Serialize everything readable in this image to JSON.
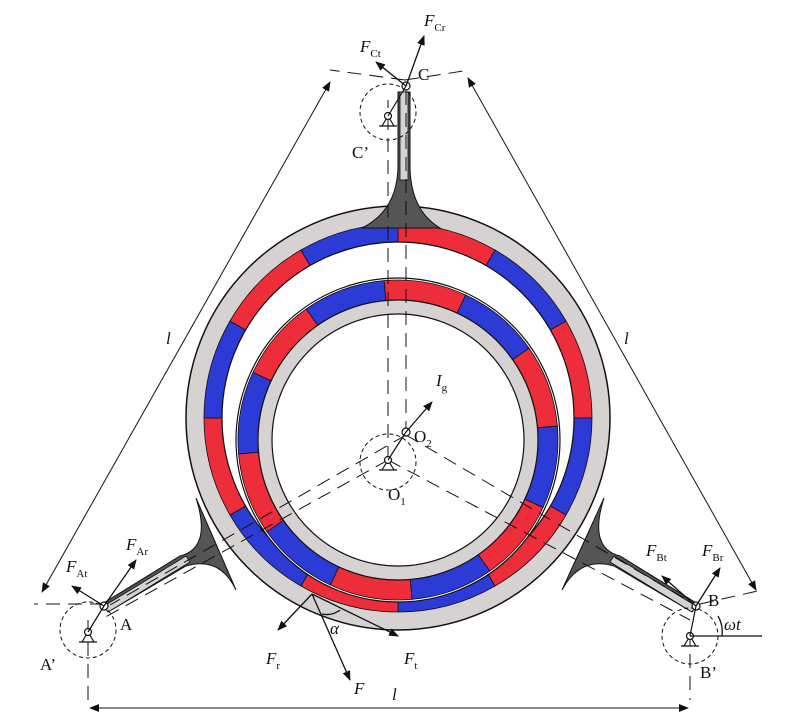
{
  "colors": {
    "ring_gray": "#d6d2d2",
    "magnet_red": "#ee2d3a",
    "magnet_blue": "#2c3bd6",
    "stroke": "#111111",
    "web_dark": "#444444"
  },
  "icons": [
    "pivot-support-icon",
    "hinge-joint-icon",
    "force-arrow-icon"
  ],
  "labels": {
    "A": "A",
    "A_prime": "A’",
    "B": "B",
    "B_prime": "B’",
    "C": "C",
    "C_prime": "C’",
    "O1": "O",
    "O1_sub": "1",
    "O2": "O",
    "O2_sub": "2",
    "Ig": "I",
    "Ig_sub": "g",
    "l_left": "l",
    "l_right": "l",
    "l_bottom": "l",
    "omega_t": "ωt",
    "alpha": "α",
    "F": "F",
    "Fr": "F",
    "Fr_sub": "r",
    "Ft": "F",
    "Ft_sub": "t",
    "FAt": "F",
    "FAt_sub": "At",
    "FAr": "F",
    "FAr_sub": "Ar",
    "FBt": "F",
    "FBt_sub": "Bt",
    "FBr": "F",
    "FBr_sub": "Br",
    "FCt": "F",
    "FCt_sub": "Ct",
    "FCr": "F",
    "FCr_sub": "Cr"
  },
  "magnet_rings": {
    "outer_pattern": [
      "red",
      "blue",
      "red",
      "blue",
      "red",
      "blue",
      "red",
      "blue",
      "red",
      "blue",
      "red",
      "blue"
    ],
    "inner_pattern": [
      "red",
      "blue",
      "red",
      "blue",
      "red",
      "blue",
      "red",
      "blue",
      "red",
      "blue",
      "red",
      "blue"
    ]
  }
}
